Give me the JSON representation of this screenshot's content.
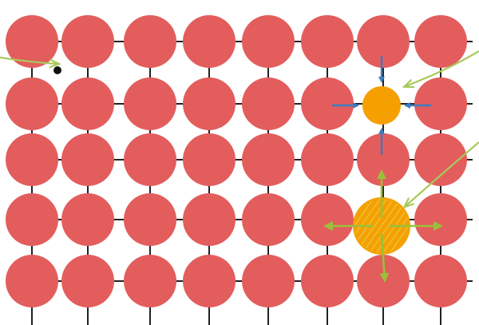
{
  "diagram": {
    "kind": "lattice-defects",
    "grid": {
      "rows": 5,
      "cols": 8
    },
    "atom_color": "#e35d5d",
    "bond_color": "#222222",
    "vacancy": {
      "row": 1,
      "col": 6,
      "color": "#f5a000",
      "arrow_color": "#3d7bbf",
      "arrow_direction": "inward"
    },
    "interstitial": {
      "row": 3,
      "col": 6,
      "color": "#f5a000",
      "hatch_color": "#e8c43a",
      "arrow_color": "#9bbf3a",
      "arrow_direction": "outward"
    },
    "pointer_color": "#a9c95a",
    "marker_dot_color": "#111111"
  }
}
